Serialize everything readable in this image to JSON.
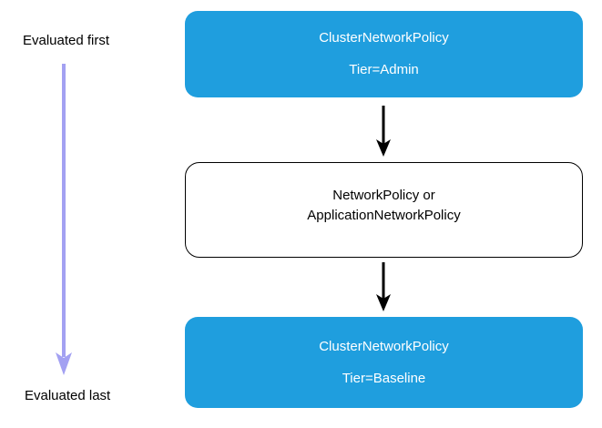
{
  "labels": {
    "evaluated_first": "Evaluated first",
    "evaluated_last": "Evaluated last"
  },
  "nodes": [
    {
      "line1": "ClusterNetworkPolicy",
      "line2": "Tier=Admin"
    },
    {
      "line1": "NetworkPolicy or",
      "line2": "ApplicationNetworkPolicy"
    },
    {
      "line1": "ClusterNetworkPolicy",
      "line2": "Tier=Baseline"
    }
  ],
  "colors": {
    "node_blue": "#1f9ede",
    "node_text_white": "#ffffff",
    "arrow_black": "#000000",
    "timeline_purple": "#a3a1f2"
  }
}
